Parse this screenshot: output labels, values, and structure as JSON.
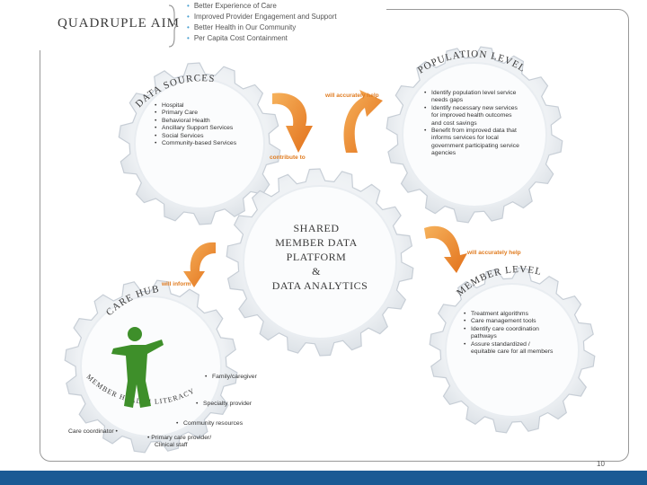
{
  "header": {
    "title": "QUADRUPLE AIM",
    "aims": [
      "Better Experience of Care",
      "Improved Provider Engagement and Support",
      "Better Health in Our Community",
      "Per Capita Cost Containment"
    ]
  },
  "gears": {
    "data_sources": {
      "title": "DATA SOURCES",
      "items": [
        "Hospital",
        "Primary Care",
        "Behavioral Health",
        "Ancillary Support Services",
        "Social Services",
        "Community-based Services"
      ]
    },
    "population_level": {
      "title": "POPULATION LEVEL",
      "items": [
        "Identify population level service needs gaps",
        "Identify necessary new services for improved health outcomes and cost savings",
        "Benefit from improved data that informs services for local government participating service agencies"
      ]
    },
    "center": {
      "lines": [
        "SHARED",
        "MEMBER DATA",
        "PLATFORM",
        "&",
        "DATA ANALYTICS"
      ]
    },
    "member_level": {
      "title": "MEMBER LEVEL",
      "items": [
        "Treatment algorithms",
        "Care management tools",
        "Identify care coordination pathways",
        "Assure standardized / equitable care for all members"
      ]
    },
    "care_hub": {
      "title": "CARE HUB",
      "arc": "MEMBER HEALTH LITERACY",
      "bullets_right": [
        "Family/caregiver",
        "Specialty provider",
        "Community resources"
      ],
      "care_coordinator": "Care coordinator",
      "primary": [
        "Primary care provider/",
        "Clinical staff"
      ]
    }
  },
  "arrows": {
    "accurately_help_1": "will accurately help",
    "contribute_to": "contribute to",
    "accurately_help_2": "will accurately help",
    "will_inform": "will inform"
  },
  "page": {
    "number": "10"
  },
  "colors": {
    "gear_fill": "#e9edf1",
    "gear_edge": "#c7ced6",
    "arrow": "#ec8a2a",
    "figure": "#3e8f2a",
    "footer": "#1a5a94",
    "bullet_accent": "#4aa0d0"
  }
}
